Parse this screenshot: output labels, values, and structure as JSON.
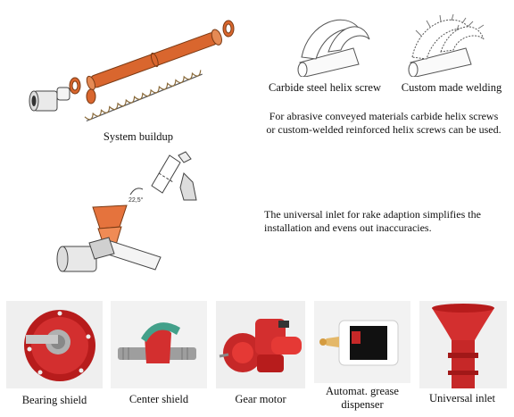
{
  "top_left": {
    "caption": "System buildup",
    "angle_label": "22,5°"
  },
  "top_right": {
    "caption_left": "Carbide steel helix screw",
    "caption_right": "Custom made welding",
    "description": "For abrasive conveyed materials carbide helix screws or custom-welded reinforced helix screws can be used."
  },
  "middle": {
    "description": "The universal inlet for rake adaption simplifies the installation and evens out inaccuracies."
  },
  "parts": [
    {
      "label": "Bearing shield"
    },
    {
      "label": "Center shield"
    },
    {
      "label": "Gear motor"
    },
    {
      "label": "Automat. grease dispenser"
    },
    {
      "label": "Universal inlet"
    }
  ],
  "colors": {
    "accent": "#d9662e",
    "red_part": "#c62828",
    "text": "#111111"
  }
}
